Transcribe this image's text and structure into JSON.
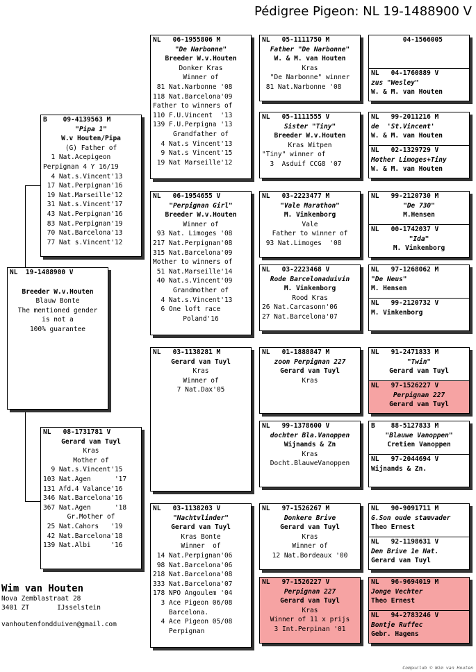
{
  "title": "Pédigree Pigeon: NL  19-1488900 V",
  "footer": "Compuclub © Wim van Houten",
  "owner": {
    "name": "Wim van Houten",
    "address1": "Nova Zemblastraat 28",
    "address2": "3401 ZT       IJsselstein",
    "email": "vanhoutenfondduiven@gmail.com"
  },
  "colors": {
    "highlight": "#f6a3a3"
  },
  "subject": {
    "header": "NL  19-1488900 V",
    "lines": [
      "Breeder W.v.Houten",
      "Blauw Bonte",
      "",
      "",
      "The mentioned gender",
      "is not a",
      "100% guarantee"
    ]
  },
  "sire": {
    "header": "B    09-4139563 M",
    "lines": [
      "\"Pipa 1\"",
      "W.v Houten/Pipa",
      "(G) Father of",
      "  1 Nat.Acepigeon",
      "Perpignan 4 Y 16/19",
      "  4 Nat.s.Vincent'13",
      " 17 Nat.Perpignan'16",
      " 19 Nat.Marseille'12",
      " 31 Nat.s.Vincent'17",
      " 43 Nat.Perpignan'16",
      " 83 Nat.Perpignan'19",
      " 70 Nat.Barcelona'13",
      " 77 Nat s.Vincent'12"
    ]
  },
  "dam": {
    "header": "NL   08-1731781 V",
    "lines": [
      "",
      "Gerard van Tuyl",
      "Kras",
      "Mother of",
      "  9 Nat.s.Vincent'15",
      "103 Nat.Agen      '17",
      "131 Afd.4 Valance'16",
      "346 Nat.Barcelona'16",
      "367 Nat.Agen      '18",
      "Gr.Mother of",
      " 25 Nat.Cahors   '19",
      " 42 Nat.Barcelona'18",
      "139 Nat.Albi     '16"
    ]
  },
  "ss": {
    "header": "NL   06-1955806 M",
    "lines": [
      "\"De Narbonne\"",
      "Breeder W.v.Houten",
      "Donker Kras",
      "Winner of",
      " 81 Nat.Narbonne '08",
      "118 Nat.Barcelona'09",
      "Father to winners of",
      "110 F.U.Vincent  '13",
      "139 F.U.Perpigna '13",
      "Grandfather of",
      "  4 Nat.s Vincent'13",
      "  9 Nat.s Vincent'15",
      " 19 Nat Marseille'12"
    ]
  },
  "sd": {
    "header": "NL   06-1954655 V",
    "lines": [
      "\"Perpignan Girl\"",
      "Breeder W.v.Houten",
      "Winner of",
      " 93 Nat. Limoges '08",
      "217 Nat.Perpignan'08",
      "315 Nat.Barcelona'09",
      "Mother to winners of",
      " 51 Nat.Marseille'14",
      " 40 Nat.s.Vincent'09",
      "Grandmother of",
      "  4 Nat.s.Vincent'13",
      "  6 One loft race",
      "Poland'16"
    ]
  },
  "ds": {
    "header": "NL   03-1138281 M",
    "lines": [
      "",
      "Gerard van Tuyl",
      "Kras",
      "Winner of",
      "7 Nat.Dax'05"
    ]
  },
  "dd": {
    "header": "NL   03-1138203 V",
    "lines": [
      "\"Nachtvlinder\"",
      "Gerard van Tuyl",
      "Kras Bonte",
      "Winner  of",
      " 14 Nat.Perpignan'06",
      " 98 Nat.Barcelona'06",
      "218 Nat.Barcelona'08",
      "333 Nat.Barcelona'07",
      "178 NPO Angoulem '04",
      "  3 Ace Pigeon 06/08",
      "    Barcelona.",
      "  4 Ace Pigeon 05/08",
      "    Perpignan"
    ]
  },
  "sss": {
    "header": "NL   05-1111750 M",
    "lines": [
      "Father \"De Narbonne\"",
      "W. & M. van Houten",
      "Kras",
      "\"De Narbonne\" winner",
      " 81 Nat.Narbonne '08"
    ]
  },
  "ssd": {
    "header": "NL   05-1111555 V",
    "lines": [
      "Sister \"Tiny\"",
      "Breeder W.v.Houten",
      "Kras Witpen",
      "\"Tiny\" winner of",
      "  3  Asduif CCG8 '07"
    ]
  },
  "sds": {
    "header": "NL   03-2223477 M",
    "lines": [
      "\"Vale Marathon\"",
      "M. Vinkenborg",
      "Vale",
      "Father to winner of",
      " 93 Nat.Limoges  '08"
    ]
  },
  "sdd": {
    "header": "NL   03-2223468 V",
    "lines": [
      "Rode Barcelonaduivin",
      "M. Vinkenborg",
      "Rood Kras",
      "26 Nat.Carcasonn'06",
      "27 Nat.Barcelona'07"
    ]
  },
  "dss": {
    "header": "NL   01-1888847 M",
    "lines": [
      "zoon Perpignan 227",
      "Gerard van Tuyl",
      "Kras"
    ]
  },
  "dsd": {
    "header": "NL   99-1378600 V",
    "lines": [
      "dochter Bla.Vanoppen",
      "Wijnands & Zn",
      "Kras",
      "Docht.BlauweVanoppen"
    ]
  },
  "dds": {
    "header": "NL   97-1526267 M",
    "lines": [
      "Donkere Brive",
      "Gerard van Tuyl",
      "Kras",
      "Winner of",
      "12 Nat.Bordeaux '00"
    ]
  },
  "ddd": {
    "header": "NL   97-1526227 V",
    "lines": [
      "Perpignan 227",
      "Gerard van Tuyl",
      "Kras",
      "Winner of 11 x prijs",
      "3 Int.Perpinan '01"
    ]
  },
  "g5": [
    {
      "header": "        04-1566005",
      "lines": []
    },
    {
      "header": "NL   04-1760889 V",
      "lines": [
        "zus \"Wesley\"",
        "W. & M. van Houten"
      ]
    },
    {
      "header": "NL   99-2011216 M",
      "lines": [
        "de  'St.Vincent'",
        "W. & M. van Houten"
      ]
    },
    {
      "header": "NL   02-1329729 V",
      "lines": [
        "Mother Limoges+Tiny",
        "W. & M. van Houten"
      ]
    },
    {
      "header": "NL   99-2120730 M",
      "lines": [
        "\"De 730\"",
        "M.Hensen"
      ]
    },
    {
      "header": "NL   00-1742037 V",
      "lines": [
        "\"Ida\"",
        "M. Vinkenborg"
      ]
    },
    {
      "header": "NL   97-1268062 M",
      "lines": [
        "\"De Neus\"",
        "M. Hensen"
      ]
    },
    {
      "header": "NL   99-2120732 V",
      "lines": [
        "",
        "M. Vinkenborg"
      ]
    },
    {
      "header": "NL   91-2471833 M",
      "lines": [
        "\"Twin\"",
        "Gerard van Tuyl"
      ]
    },
    {
      "header": "NL   97-1526227 V",
      "lines": [
        "Perpignan 227",
        "Gerard van Tuyl"
      ]
    },
    {
      "header": "B    88-5127833 M",
      "lines": [
        "\"Blauwe Vanoppen\"",
        "Cretien Vanoppen"
      ]
    },
    {
      "header": "NL   97-2044694 V",
      "lines": [
        "",
        "Wijnands & Zn."
      ]
    },
    {
      "header": "NL   90-9091711 M",
      "lines": [
        "G.Son oude stamvader",
        "Theo Ernest"
      ]
    },
    {
      "header": "NL   92-1198631 V",
      "lines": [
        "Den Brive 1e Nat.",
        "Gerard van Tuyl"
      ]
    },
    {
      "header": "NL   96-9694019 M",
      "lines": [
        "Jonge Vechter",
        "Theo Ernest"
      ]
    },
    {
      "header": "NL   94-2783246 V",
      "lines": [
        "Bontje Ruffec",
        "Gebr. Hagens"
      ]
    }
  ]
}
